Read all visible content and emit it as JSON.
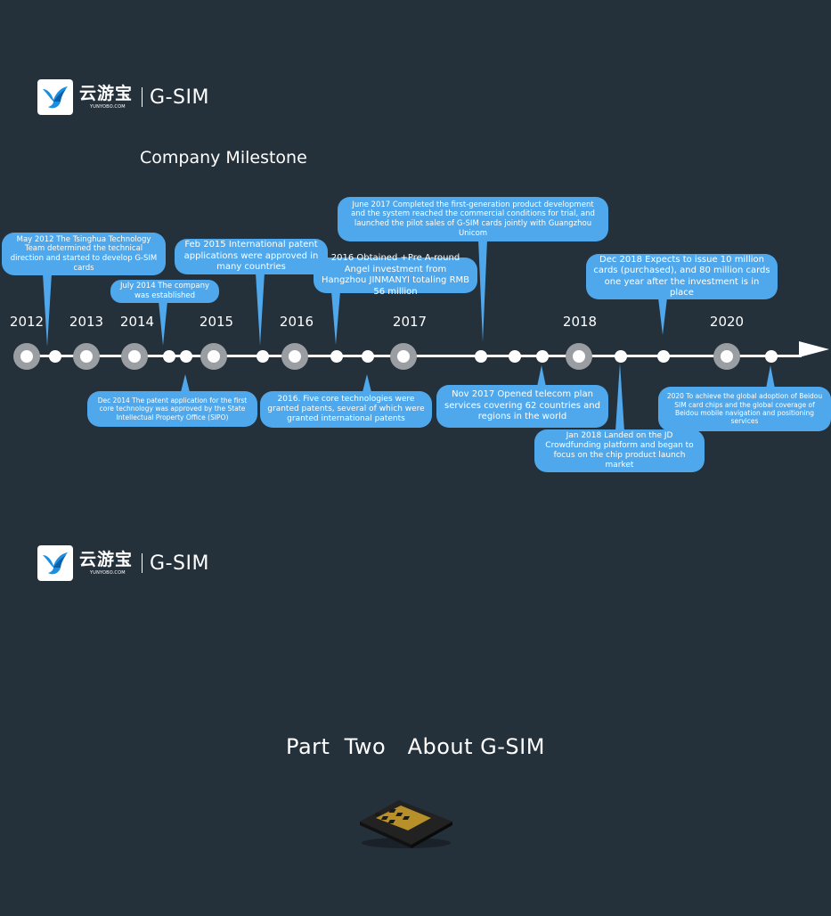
{
  "logo": {
    "cn_text": "云游宝",
    "url_text": "YUNYOBO.COM",
    "name": "G-SIM"
  },
  "timeline_title": "Company Milestone",
  "years": [
    "2012",
    "2013",
    "2014",
    "2015",
    "2016",
    "2017",
    "2018",
    "2020"
  ],
  "events_above": [
    "May 2012 The Tsinghua Technology Team determined the technical direction and started to develop G-SIM cards",
    "July 2014 The company was established",
    "Feb 2015 International patent applications were approved in many countries",
    "2016 Obtained +Pre A-round Angel investment from Hangzhou JINMANYI totaling RMB 56 million",
    "June 2017 Completed the first-generation product development and the system reached the commercial conditions for trial, and launched the pilot sales of G-SIM cards jointly with Guangzhou Unicom",
    "Dec 2018 Expects to issue 10 million cards (purchased), and 80 million cards one year after the investment is in place"
  ],
  "events_below": [
    "Dec 2014 The patent application for the first core technology was approved by the State Intellectual Property Office (SIPO)",
    "2016. Five core technologies were granted patents, several of which were granted international patents",
    "Nov 2017 Opened telecom plan services covering 62 countries and regions in the world",
    "Jan 2018 Landed on the JD Crowdfunding platform and began to focus on the chip product launch market",
    "2020 To achieve the global adoption of Beidou SIM card chips and the global coverage of Beidou mobile navigation and positioning services"
  ],
  "part_title": "Part  Two   About G-SIM",
  "colors": {
    "background": "#24303a",
    "bubble": "#4fa8ec",
    "node_ring": "#9a9ea3"
  }
}
